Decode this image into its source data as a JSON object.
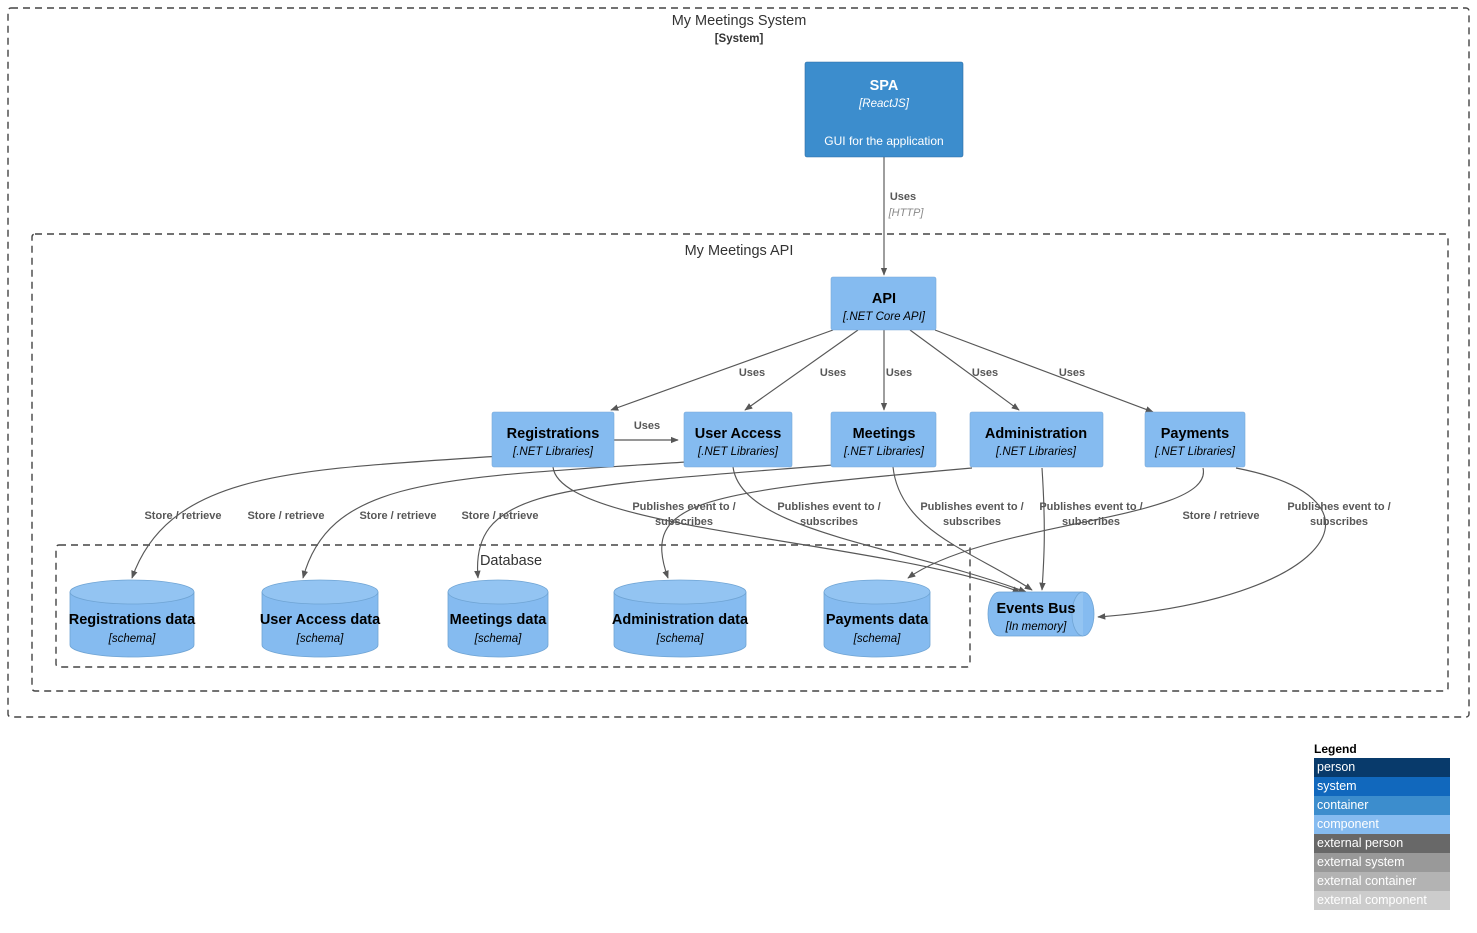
{
  "diagram": {
    "type": "c4-component-diagram",
    "boundaries": [
      {
        "id": "system",
        "label": "My Meetings System",
        "sublabel": "[System]"
      },
      {
        "id": "api",
        "label": "My Meetings API",
        "sublabel": ""
      },
      {
        "id": "database",
        "label": "Database",
        "sublabel": ""
      }
    ],
    "nodes": [
      {
        "id": "spa",
        "kind": "container",
        "title": "SPA",
        "tech": "[ReactJS]",
        "desc": "GUI for the application"
      },
      {
        "id": "api",
        "kind": "component",
        "title": "API",
        "tech": "[.NET Core API]",
        "desc": ""
      },
      {
        "id": "registrations",
        "kind": "component",
        "title": "Registrations",
        "tech": "[.NET Libraries]",
        "desc": ""
      },
      {
        "id": "user-access",
        "kind": "component",
        "title": "User Access",
        "tech": "[.NET Libraries]",
        "desc": ""
      },
      {
        "id": "meetings",
        "kind": "component",
        "title": "Meetings",
        "tech": "[.NET Libraries]",
        "desc": ""
      },
      {
        "id": "administration",
        "kind": "component",
        "title": "Administration",
        "tech": "[.NET Libraries]",
        "desc": ""
      },
      {
        "id": "payments",
        "kind": "component",
        "title": "Payments",
        "tech": "[.NET Libraries]",
        "desc": ""
      },
      {
        "id": "registrations-data",
        "kind": "database",
        "title": "Registrations data",
        "tech": "[schema]",
        "desc": ""
      },
      {
        "id": "user-access-data",
        "kind": "database",
        "title": "User Access data",
        "tech": "[schema]",
        "desc": ""
      },
      {
        "id": "meetings-data",
        "kind": "database",
        "title": "Meetings data",
        "tech": "[schema]",
        "desc": ""
      },
      {
        "id": "administration-data",
        "kind": "database",
        "title": "Administration data",
        "tech": "[schema]",
        "desc": ""
      },
      {
        "id": "payments-data",
        "kind": "database",
        "title": "Payments data",
        "tech": "[schema]",
        "desc": ""
      },
      {
        "id": "events-bus",
        "kind": "queue",
        "title": "Events Bus",
        "tech": "[In memory]",
        "desc": ""
      }
    ],
    "edges": [
      {
        "id": "spa-api",
        "from": "spa",
        "to": "api",
        "label": "Uses",
        "tech": "[HTTP]"
      },
      {
        "id": "api-registrations",
        "from": "api",
        "to": "registrations",
        "label": "Uses",
        "tech": ""
      },
      {
        "id": "api-user-access",
        "from": "api",
        "to": "user-access",
        "label": "Uses",
        "tech": ""
      },
      {
        "id": "api-meetings",
        "from": "api",
        "to": "meetings",
        "label": "Uses",
        "tech": ""
      },
      {
        "id": "api-administration",
        "from": "api",
        "to": "administration",
        "label": "Uses",
        "tech": ""
      },
      {
        "id": "api-payments",
        "from": "api",
        "to": "payments",
        "label": "Uses",
        "tech": ""
      },
      {
        "id": "registrations-user-access",
        "from": "registrations",
        "to": "user-access",
        "label": "Uses",
        "tech": ""
      },
      {
        "id": "registrations-db",
        "from": "registrations",
        "to": "registrations-data",
        "label": "Store / retrieve",
        "tech": ""
      },
      {
        "id": "user-access-db",
        "from": "user-access",
        "to": "user-access-data",
        "label": "Store / retrieve",
        "tech": ""
      },
      {
        "id": "meetings-db",
        "from": "meetings",
        "to": "meetings-data",
        "label": "Store / retrieve",
        "tech": ""
      },
      {
        "id": "administration-db",
        "from": "administration",
        "to": "administration-data",
        "label": "Store / retrieve",
        "tech": ""
      },
      {
        "id": "payments-db",
        "from": "payments",
        "to": "payments-data",
        "label": "Store / retrieve",
        "tech": ""
      },
      {
        "id": "registrations-bus",
        "from": "registrations",
        "to": "events-bus",
        "label": "Publishes event to / subscribes",
        "tech": ""
      },
      {
        "id": "user-access-bus",
        "from": "user-access",
        "to": "events-bus",
        "label": "Publishes event to / subscribes",
        "tech": ""
      },
      {
        "id": "meetings-bus",
        "from": "meetings",
        "to": "events-bus",
        "label": "Publishes event to / subscribes",
        "tech": ""
      },
      {
        "id": "administration-bus",
        "from": "administration",
        "to": "events-bus",
        "label": "Publishes event to / subscribes",
        "tech": ""
      },
      {
        "id": "payments-bus",
        "from": "payments",
        "to": "events-bus",
        "label": "Publishes event to / subscribes",
        "tech": ""
      }
    ],
    "edge_label_texts": {
      "uses": "Uses",
      "uses_http_tech": "[HTTP]",
      "store_retrieve": "Store / retrieve",
      "publishes_line1": "Publishes event to /",
      "publishes_line2": "subscribes"
    }
  },
  "legend": {
    "title": "Legend",
    "items": [
      {
        "label": "person",
        "color": "#083a6b",
        "text_color": "#ffffff"
      },
      {
        "label": "system",
        "color": "#1168bd",
        "text_color": "#ffffff"
      },
      {
        "label": "container",
        "color": "#3c8dcd",
        "text_color": "#ffffff"
      },
      {
        "label": "component",
        "color": "#85bbf0",
        "text_color": "#ffffff"
      },
      {
        "label": "external person",
        "color": "#686868",
        "text_color": "#ffffff"
      },
      {
        "label": "external system",
        "color": "#999999",
        "text_color": "#ffffff"
      },
      {
        "label": "external container",
        "color": "#b3b3b3",
        "text_color": "#ffffff"
      },
      {
        "label": "external component",
        "color": "#cccccc",
        "text_color": "#ffffff"
      }
    ]
  }
}
